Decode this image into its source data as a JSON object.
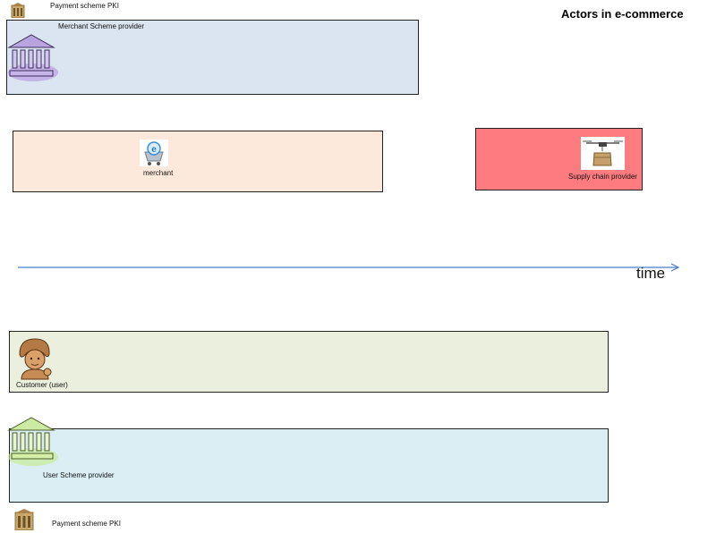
{
  "title": "Actors in e-commerce",
  "actors": {
    "payment_pki_top": {
      "label": "Payment scheme PKI",
      "icon": "building-icon"
    },
    "merchant_scheme_provider": {
      "label": "Merchant Scheme provider",
      "icon": "bank-icon",
      "fill": "#dbe4f1",
      "accent": "#b28be0"
    },
    "merchant": {
      "label": "merchant",
      "icon": "ecommerce-cart-icon",
      "fill": "#fde9dc"
    },
    "supply_chain_provider": {
      "label": "Supply chain provider",
      "icon": "delivery-drone-icon",
      "fill": "#fe7b80"
    },
    "customer": {
      "label": "Customer (user)",
      "icon": "person-icon",
      "fill": "#ebefde"
    },
    "user_scheme_provider": {
      "label": "User Scheme  provider",
      "icon": "bank-icon",
      "fill": "#daeef3",
      "accent": "#c5ec8a"
    },
    "payment_pki_bottom": {
      "label": "Payment scheme PKI",
      "icon": "building-icon"
    }
  },
  "timeline": {
    "label": "time",
    "color": "#4a7dc9"
  }
}
